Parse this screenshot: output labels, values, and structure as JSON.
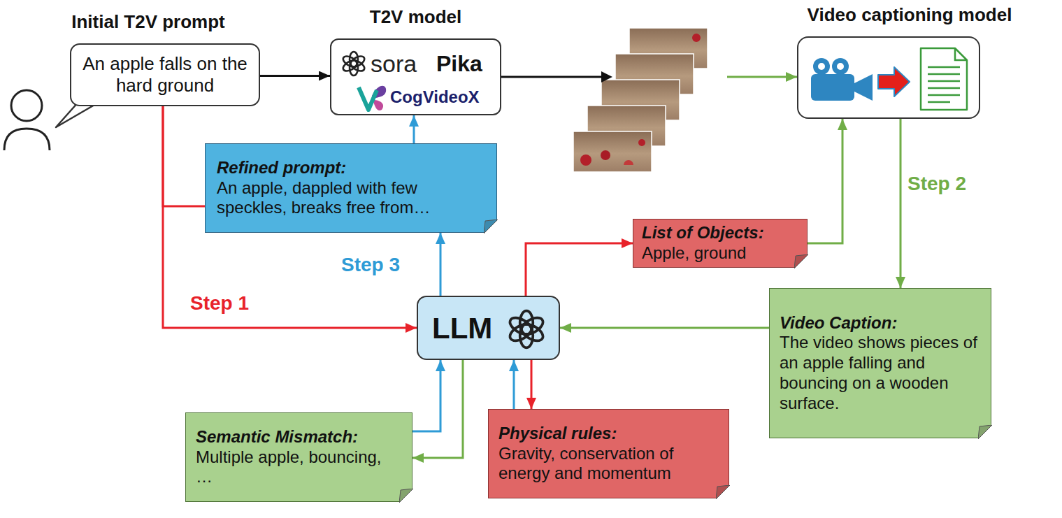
{
  "diagram": {
    "nodes": [
      {
        "text": [
          "Initial T2V prompt",
          "An apple falls on the hard ground"
        ]
      },
      {
        "text": [
          "T2V model",
          "sora",
          "Pika",
          "CogVideoX"
        ]
      },
      {
        "text": [
          "Video captioning model"
        ]
      },
      {
        "text": [
          "Refined prompt:",
          "An apple, dappled with few speckles, breaks free from…"
        ]
      },
      {
        "text": [
          "List of Objects:",
          "Apple, ground"
        ]
      },
      {
        "text": [
          "LLM"
        ]
      },
      {
        "text": [
          "Video Caption:",
          "The video shows pieces of an apple falling and bouncing on a wooden surface."
        ]
      },
      {
        "text": [
          "Semantic Mismatch:",
          "Multiple apple, bouncing, …"
        ]
      },
      {
        "text": [
          "Physical rules:",
          "Gravity, conservation of energy and momentum"
        ]
      }
    ],
    "edges": [
      {
        "from": 0,
        "to": 1,
        "arrow": "to"
      },
      {
        "from": 1,
        "to": 2,
        "arrow": "to"
      },
      {
        "from": 0,
        "to": 3,
        "arrow": "none"
      },
      {
        "from": 0,
        "to": 5,
        "arrow": "to",
        "label": "Step 1"
      },
      {
        "from": 5,
        "to": 4,
        "arrow": "to"
      },
      {
        "from": 5,
        "to": 8,
        "arrow": "to"
      },
      {
        "from": 4,
        "to": 2,
        "arrow": "to"
      },
      {
        "from": 2,
        "to": 6,
        "arrow": "to",
        "label": "Step 2"
      },
      {
        "from": 6,
        "to": 5,
        "arrow": "to"
      },
      {
        "from": 5,
        "to": 7,
        "arrow": "to"
      },
      {
        "from": 7,
        "to": 5,
        "arrow": "to"
      },
      {
        "from": 8,
        "to": 5,
        "arrow": "to"
      },
      {
        "from": 5,
        "to": 3,
        "arrow": "to",
        "label": "Step 3"
      },
      {
        "from": 3,
        "to": 1,
        "arrow": "to"
      }
    ]
  }
}
